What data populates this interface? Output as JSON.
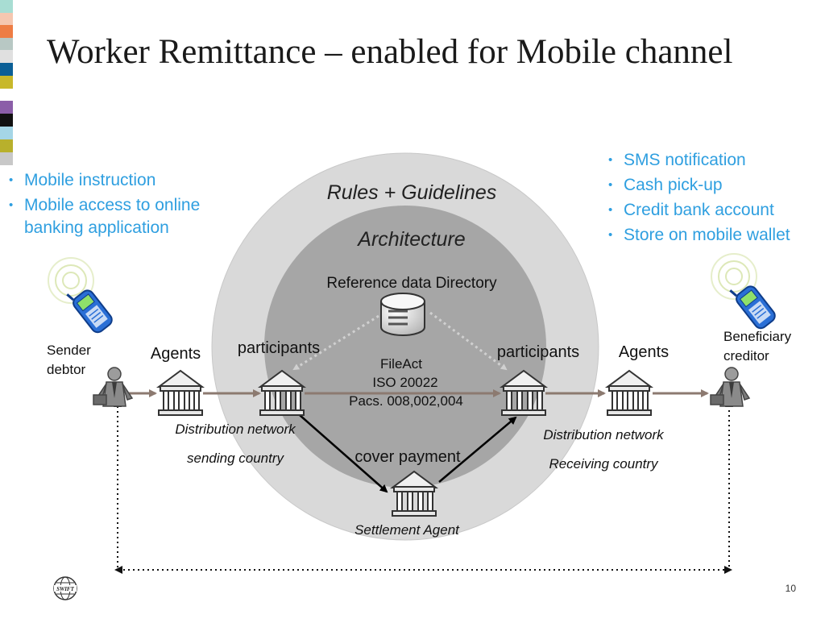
{
  "title": "Worker Remittance – enabled for Mobile channel",
  "left_bullets": [
    "Mobile instruction",
    "Mobile access to online banking application"
  ],
  "right_bullets": [
    "SMS notification",
    "Cash pick-up",
    "Credit bank account",
    "Store on mobile wallet"
  ],
  "diagram": {
    "outer_ring_label": "Rules + Guidelines",
    "inner_ring_label": "Architecture",
    "directory_label": "Reference data Directory",
    "sender_label": [
      "Sender",
      "debtor"
    ],
    "beneficiary_label": [
      "Beneficiary",
      "creditor"
    ],
    "agents_left": "Agents",
    "agents_right": "Agents",
    "participants_left": "participants",
    "participants_right": "participants",
    "message_types": [
      "FileAct",
      "ISO 20022",
      "Pacs. 008,002,004"
    ],
    "distribution_left": [
      "Distribution network",
      "sending country"
    ],
    "distribution_right": [
      "Distribution network",
      "Receiving country"
    ],
    "cover_payment": "cover payment",
    "settlement_agent": "Settlement Agent"
  },
  "page_number": "10",
  "logo_text": "SWIFT",
  "colors": {
    "bullet_text": "#2f9fe0",
    "outer_circle": "#d9d9d9",
    "inner_circle": "#a6a6a6",
    "stripes": [
      "#a8ddd3",
      "#f5c7b0",
      "#ee7d44",
      "#b8c8c4",
      "#e0e0e0",
      "#0b5f96",
      "#c8b82a",
      "#8b5ea8",
      "#111111",
      "#a5d6e6",
      "#b8b02c",
      "#c8c8c8"
    ]
  }
}
